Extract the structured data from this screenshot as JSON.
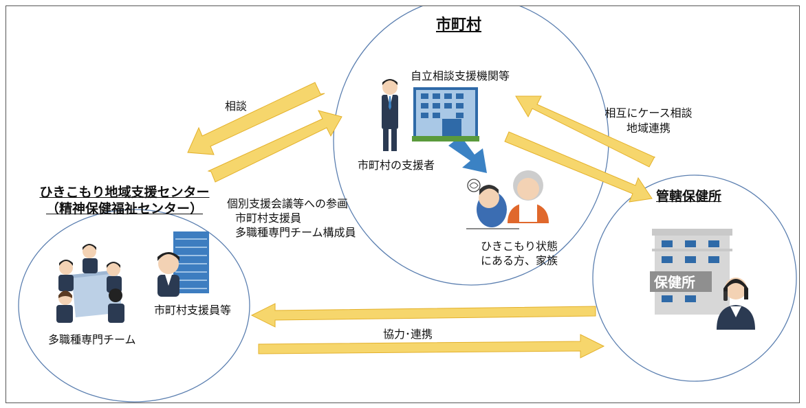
{
  "municipality": {
    "title": "市町村",
    "agency_label": "自立相談支援機関等",
    "supporter_label": "市町村の支援者",
    "client_label_line1": "ひきこもり状態",
    "client_label_line2": "にある方、家族"
  },
  "center": {
    "title_line1": "ひきこもり地域支援センター",
    "title_line2": "（精神保健福祉センター）",
    "team_label": "多職種専門チーム",
    "staff_label": "市町村支援員等"
  },
  "health_center": {
    "title": "管轄保健所",
    "building_sign": "保健所"
  },
  "arrows": {
    "consult": "相談",
    "meeting_line1": "個別支援会議等への参画",
    "meeting_line2": "市町村支援員",
    "meeting_line3": "多職種専門チーム構成員",
    "mutual_line1": "相互にケース相談",
    "mutual_line2": "地域連携",
    "cooperation": "協力･連携"
  },
  "colors": {
    "circle_stroke": "#5b7fb0",
    "arrow_fill": "#f6d66c",
    "arrow_stroke": "#e3b02a",
    "big_arrow": "#3b82c4"
  }
}
